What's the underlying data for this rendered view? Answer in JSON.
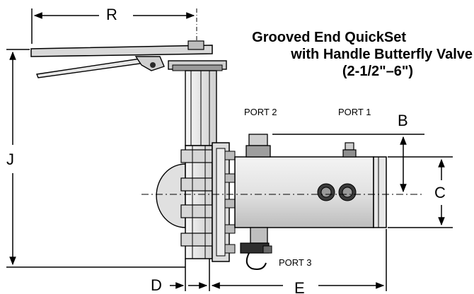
{
  "title": {
    "line1": "Grooved End QuickSet",
    "line2": "with Handle Butterfly Valve",
    "line3": "(2-1/2\"–6\")"
  },
  "dimensions": {
    "R": "R",
    "J": "J",
    "B": "B",
    "C": "C",
    "D": "D",
    "E": "E"
  },
  "ports": {
    "port1": "PORT 1",
    "port2": "PORT 2",
    "port3": "PORT 3"
  },
  "colors": {
    "line": "#000000",
    "body_fill": "#e9e9e9",
    "body_shade": "#c8c8c8",
    "dark": "#2a2a2a"
  }
}
